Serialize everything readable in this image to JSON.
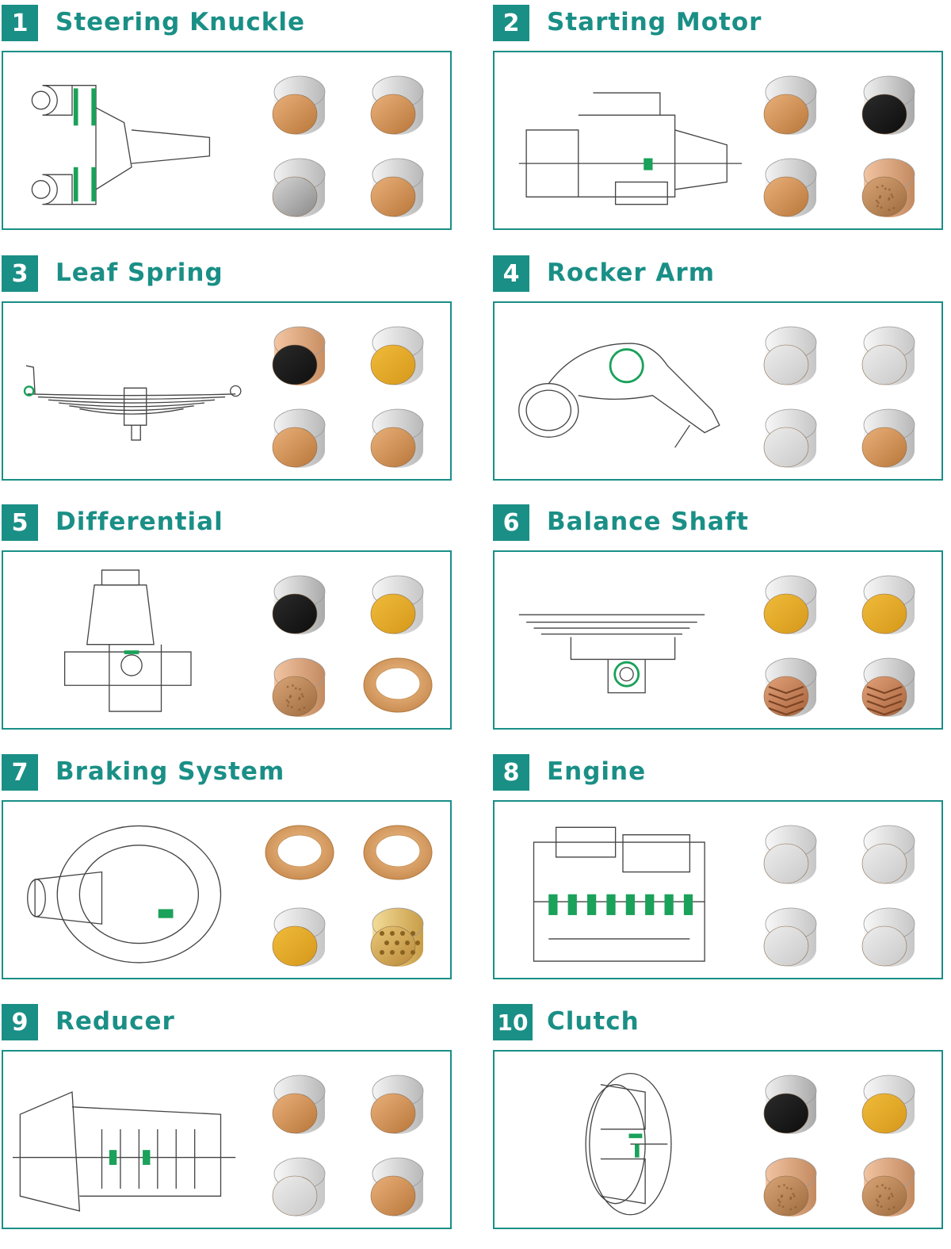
{
  "accent_color": "#1a8f86",
  "highlight_color": "#1aa15a",
  "applications": [
    {
      "number": "1",
      "title": "Steering Knuckle",
      "drawing_icon": "steering-knuckle-drawing",
      "bushings": [
        {
          "material": "bronze-lined"
        },
        {
          "material": "bronze-lined"
        },
        {
          "material": "steel-pocketed"
        },
        {
          "material": "bronze-lined"
        }
      ]
    },
    {
      "number": "2",
      "title": "Starting Motor",
      "drawing_icon": "starting-motor-drawing",
      "bushings": [
        {
          "material": "bronze-lined"
        },
        {
          "material": "black-ptfe"
        },
        {
          "material": "bronze-lined"
        },
        {
          "material": "bronze-dimpled"
        }
      ]
    },
    {
      "number": "3",
      "title": "Leaf Spring",
      "drawing_icon": "leaf-spring-drawing",
      "bushings": [
        {
          "material": "black-ptfe-bronze"
        },
        {
          "material": "yellow-pom"
        },
        {
          "material": "bronze-lined"
        },
        {
          "material": "bronze-lined"
        }
      ]
    },
    {
      "number": "4",
      "title": "Rocker Arm",
      "drawing_icon": "rocker-arm-drawing",
      "bushings": [
        {
          "material": "silver-bimetal"
        },
        {
          "material": "silver-bimetal"
        },
        {
          "material": "silver-bimetal"
        },
        {
          "material": "bronze-lined"
        }
      ]
    },
    {
      "number": "5",
      "title": "Differential",
      "drawing_icon": "differential-drawing",
      "bushings": [
        {
          "material": "black-ptfe"
        },
        {
          "material": "yellow-pom"
        },
        {
          "material": "bronze-dimpled"
        },
        {
          "material": "thrust-washer"
        }
      ]
    },
    {
      "number": "6",
      "title": "Balance Shaft",
      "drawing_icon": "balance-shaft-drawing",
      "bushings": [
        {
          "material": "yellow-pom"
        },
        {
          "material": "yellow-pom"
        },
        {
          "material": "bronze-chevron"
        },
        {
          "material": "bronze-chevron"
        }
      ]
    },
    {
      "number": "7",
      "title": "Braking System",
      "drawing_icon": "braking-system-drawing",
      "bushings": [
        {
          "material": "thrust-washer"
        },
        {
          "material": "thrust-washer"
        },
        {
          "material": "yellow-pom"
        },
        {
          "material": "bronze-perforated"
        }
      ]
    },
    {
      "number": "8",
      "title": "Engine",
      "drawing_icon": "engine-drawing",
      "bushings": [
        {
          "material": "silver-bimetal"
        },
        {
          "material": "silver-bimetal"
        },
        {
          "material": "silver-bimetal"
        },
        {
          "material": "silver-bimetal"
        }
      ]
    },
    {
      "number": "9",
      "title": "Reducer",
      "drawing_icon": "reducer-drawing",
      "bushings": [
        {
          "material": "bronze-lined"
        },
        {
          "material": "bronze-lined"
        },
        {
          "material": "silver-bimetal"
        },
        {
          "material": "bronze-lined"
        }
      ]
    },
    {
      "number": "10",
      "title": "Clutch",
      "drawing_icon": "clutch-drawing",
      "bushings": [
        {
          "material": "black-ptfe"
        },
        {
          "material": "yellow-pom"
        },
        {
          "material": "bronze-dimpled"
        },
        {
          "material": "bronze-dimpled"
        }
      ]
    }
  ]
}
